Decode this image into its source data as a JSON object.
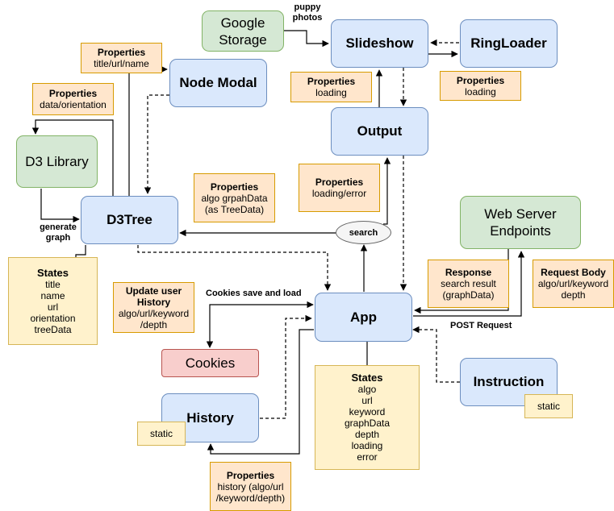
{
  "components": {
    "google_storage": [
      "Google",
      "Storage"
    ],
    "slideshow": "Slideshow",
    "ring_loader": "RingLoader",
    "node_modal": "Node Modal",
    "output": "Output",
    "d3_library": "D3 Library",
    "d3tree": "D3Tree",
    "web_server": [
      "Web Server",
      "Endpoints"
    ],
    "app": "App",
    "cookies": "Cookies",
    "history": "History",
    "instruction": "Instruction",
    "search": "search"
  },
  "notes": {
    "node_modal_props": {
      "title": "Properties",
      "lines": [
        "title/url/name"
      ]
    },
    "d3lib_props": {
      "title": "Properties",
      "lines": [
        "data/orientation"
      ]
    },
    "slideshow_props": {
      "title": "Properties",
      "lines": [
        "loading"
      ]
    },
    "ringloader_props": {
      "title": "Properties",
      "lines": [
        "loading"
      ]
    },
    "output_props": {
      "title": "Properties",
      "lines": [
        "loading/error"
      ]
    },
    "d3tree_props": {
      "title": "Properties",
      "lines": [
        "algo grpahData",
        "(as TreeData)"
      ]
    },
    "d3tree_states": {
      "title": "States",
      "lines": [
        "title",
        "name",
        "url",
        "orientation",
        "treeData"
      ]
    },
    "update_history": {
      "title": "Update user History",
      "lines": [
        "algo/url/keyword",
        "/depth"
      ]
    },
    "response": {
      "title": "Response",
      "lines": [
        "search result",
        "(graphData)"
      ]
    },
    "request_body": {
      "title": "Request Body",
      "lines": [
        "algo/url/keyword",
        "depth"
      ]
    },
    "app_states": {
      "title": "States",
      "lines": [
        "algo",
        "url",
        "keyword",
        "graphData",
        "depth",
        "loading",
        "error"
      ]
    },
    "history_props": {
      "title": "Properties",
      "lines": [
        "history (algo/url",
        "/keyword/depth)"
      ]
    },
    "history_static": {
      "title": "",
      "lines": [
        "static"
      ]
    },
    "instruction_static": {
      "title": "",
      "lines": [
        "static"
      ]
    }
  },
  "edge_labels": {
    "puppy_photos": [
      "puppy",
      "photos"
    ],
    "generate_graph": [
      "generate",
      "graph"
    ],
    "cookies_save_load": "Cookies save and load",
    "post_request": "POST Request"
  },
  "colors": {
    "blue_fill": "#dae8fc",
    "blue_stroke": "#6c8ebf",
    "green_fill": "#d5e8d4",
    "green_stroke": "#82b366",
    "red_fill": "#f8cecc",
    "red_stroke": "#b85450",
    "orange_fill": "#ffe6cc",
    "orange_stroke": "#d79b00",
    "yellow_fill": "#fff2cc",
    "yellow_stroke": "#d6b656",
    "edge": "#000000"
  }
}
